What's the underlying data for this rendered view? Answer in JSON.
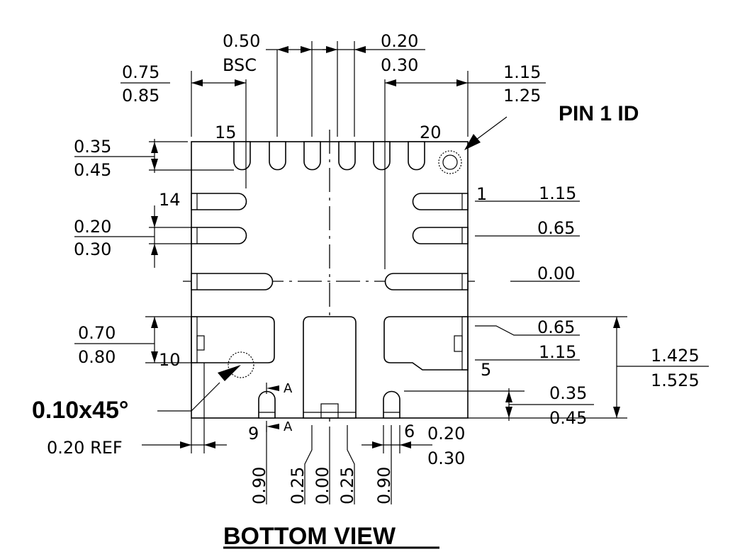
{
  "title": "BOTTOM VIEW",
  "pin1_label": "PIN 1 ID",
  "chamfer_label": "0.10x45°",
  "pin_numbers": {
    "p15": "15",
    "p20": "20",
    "p14": "14",
    "p1": "1",
    "p10": "10",
    "p5": "5",
    "p9": "9",
    "p6": "6"
  },
  "section_marks": {
    "upper": "A",
    "lower": "A"
  },
  "dims": {
    "pitch_top": "0.50",
    "pitch_bottom": "BSC",
    "top_lead_w_min": "0.20",
    "top_lead_w_max": "0.30",
    "left_offset_min": "0.75",
    "left_offset_max": "0.85",
    "right_offset_min": "1.15",
    "right_offset_max": "1.25",
    "top_lead_len_min": "0.35",
    "top_lead_len_max": "0.45",
    "left_lead_w_min": "0.20",
    "left_lead_w_max": "0.30",
    "left_pad_h_min": "0.70",
    "left_pad_h_max": "0.80",
    "row_1_15": "1.15",
    "row_065_upper": "0.65",
    "row_000": "0.00",
    "row_065_lower": "0.65",
    "row_1_15_lower": "1.15",
    "overall_min": "1.425",
    "overall_max": "1.525",
    "bottom_lead_len_min": "0.35",
    "bottom_lead_len_max": "0.45",
    "ref": "0.20 REF",
    "bottom_lead_w_min": "0.20",
    "bottom_lead_w_max": "0.30",
    "v_090_left": "0.90",
    "v_025_left": "0.25",
    "v_000": "0.00",
    "v_025_right": "0.25",
    "v_090_right": "0.90"
  }
}
